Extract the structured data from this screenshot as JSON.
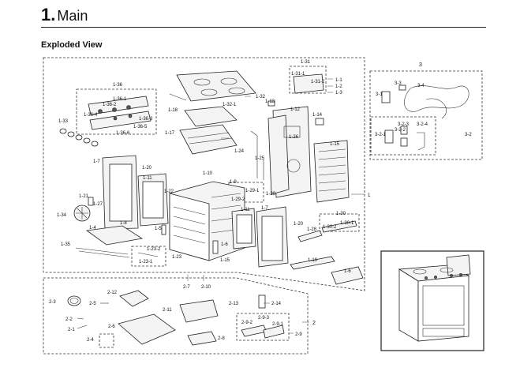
{
  "header": {
    "section_number": "1.",
    "section_title": "Main",
    "subtitle": "Exploded View"
  },
  "parts": {
    "p1": "1",
    "p1_1": "1-1",
    "p1_2": "1-2",
    "p1_3": "1-3",
    "p1_4": "1-4",
    "p1_5": "1-5",
    "p1_6": "1-6",
    "p1_6b": "1-6",
    "p1_7a": "1-7",
    "p1_7b": "1-7",
    "p1_8": "1-8",
    "p1_9": "1-9",
    "p1_10": "1-10",
    "p1_11a": "1-11",
    "p1_11b": "1-11",
    "p1_12": "1-12",
    "p1_13": "1-13",
    "p1_14": "1-14",
    "p1_15a": "1-15",
    "p1_15b": "1-15",
    "p1_16": "1-16",
    "p1_17": "1-17",
    "p1_18": "1-18",
    "p1_19": "1-19",
    "p1_20a": "1-20",
    "p1_20b": "1-20",
    "p1_21": "1-21",
    "p1_22": "1-22",
    "p1_23": "1-23",
    "p1_23_1": "1-23-1",
    "p1_23_2": "1-23-2",
    "p1_24": "1-24",
    "p1_25": "1-25",
    "p1_26": "1-26",
    "p1_27": "1-27",
    "p1_28": "1-28",
    "p1_29": "1-29",
    "p1_29_1": "1-29-1",
    "p1_29_2": "1-29-2",
    "p1_30": "1-30",
    "p1_30_1": "1-30-1",
    "p1_30_2": "1-30-2",
    "p1_31": "1-31",
    "p1_31_1": "1-31-1",
    "p1_31_2": "1-31-2",
    "p1_32": "1-32",
    "p1_32_1": "1-32-1",
    "p1_33": "1-33",
    "p1_34": "1-34",
    "p1_35": "1-35",
    "p1_36": "1-36",
    "p1_36_1": "1-36-1",
    "p1_36_2": "1-36-2",
    "p1_36_3": "1-36-3",
    "p1_36_4": "1-36-4",
    "p1_36_5": "1-36-5",
    "p1_36_6": "1-36-6",
    "p2": "2",
    "p2_1": "2-1",
    "p2_2": "2-2",
    "p2_3": "2-3",
    "p2_4": "2-4",
    "p2_5": "2-5",
    "p2_6": "2-6",
    "p2_7": "2-7",
    "p2_8": "2-8",
    "p2_9": "2-9",
    "p2_9_1": "2-9-1",
    "p2_9_2": "2-9-2",
    "p2_9_3": "2-9-3",
    "p2_10": "2-10",
    "p2_11": "2-11",
    "p2_12": "2-12",
    "p2_13": "2-13",
    "p2_14": "2-14",
    "p3": "3",
    "p3_1": "3-1",
    "p3_2": "3-2",
    "p3_2_1": "3-2-1",
    "p3_2_2": "3-2-2",
    "p3_2_3": "3-2-3",
    "p3_2_4": "3-2-4",
    "p3_3": "3-3",
    "p3_4": "3-4"
  }
}
